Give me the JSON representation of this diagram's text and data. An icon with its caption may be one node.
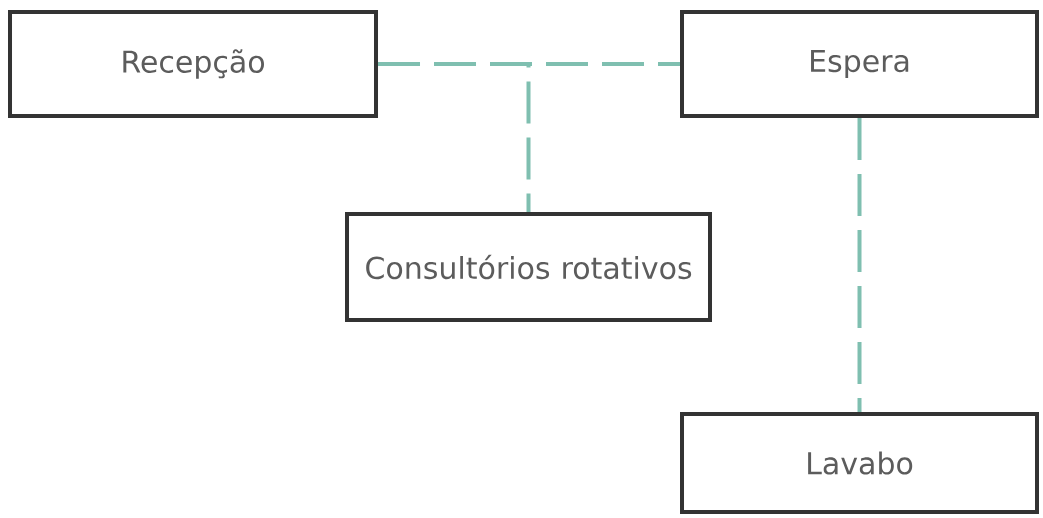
{
  "diagram": {
    "nodes": [
      {
        "text": [
          "Recepção"
        ]
      },
      {
        "text": [
          "Espera"
        ]
      },
      {
        "text": [
          "Consultórios rotativos"
        ]
      },
      {
        "text": [
          "Lavabo"
        ]
      }
    ],
    "edges": [
      {
        "from": 0,
        "to": 1,
        "arrow": "none",
        "style": "dashed"
      },
      {
        "from": 0,
        "to": 2,
        "arrow": "none",
        "style": "dashed"
      },
      {
        "from": 1,
        "to": 3,
        "arrow": "none",
        "style": "dashed"
      }
    ]
  }
}
